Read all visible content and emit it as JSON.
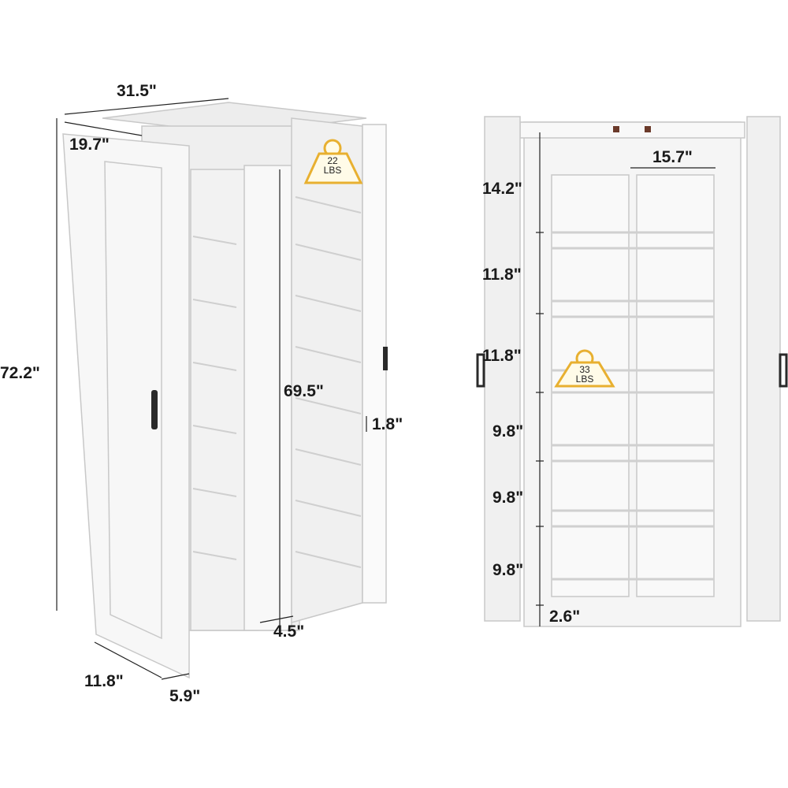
{
  "left_view": {
    "width": "31.5\"",
    "depth": "19.7\"",
    "height": "72.2\"",
    "inner_height": "69.5\"",
    "door_shelf_depth": "1.8\"",
    "pullout_depth": "4.5\"",
    "door_depth": "11.8\"",
    "door_panel_thickness": "5.9\"",
    "weight_badge": {
      "value": "22",
      "unit": "LBS"
    }
  },
  "right_view": {
    "shelf_width": "15.7\"",
    "shelf_gaps": [
      "14.2\"",
      "11.8\"",
      "11.8\"",
      "9.8\"",
      "9.8\"",
      "9.8\""
    ],
    "base_height": "2.6\"",
    "weight_badge": {
      "value": "33",
      "unit": "LBS"
    }
  },
  "colors": {
    "cabinet": "#f4f4f4",
    "outline": "#c9c9c9",
    "badge": "#e8b030",
    "handle": "#2a2a2a"
  }
}
